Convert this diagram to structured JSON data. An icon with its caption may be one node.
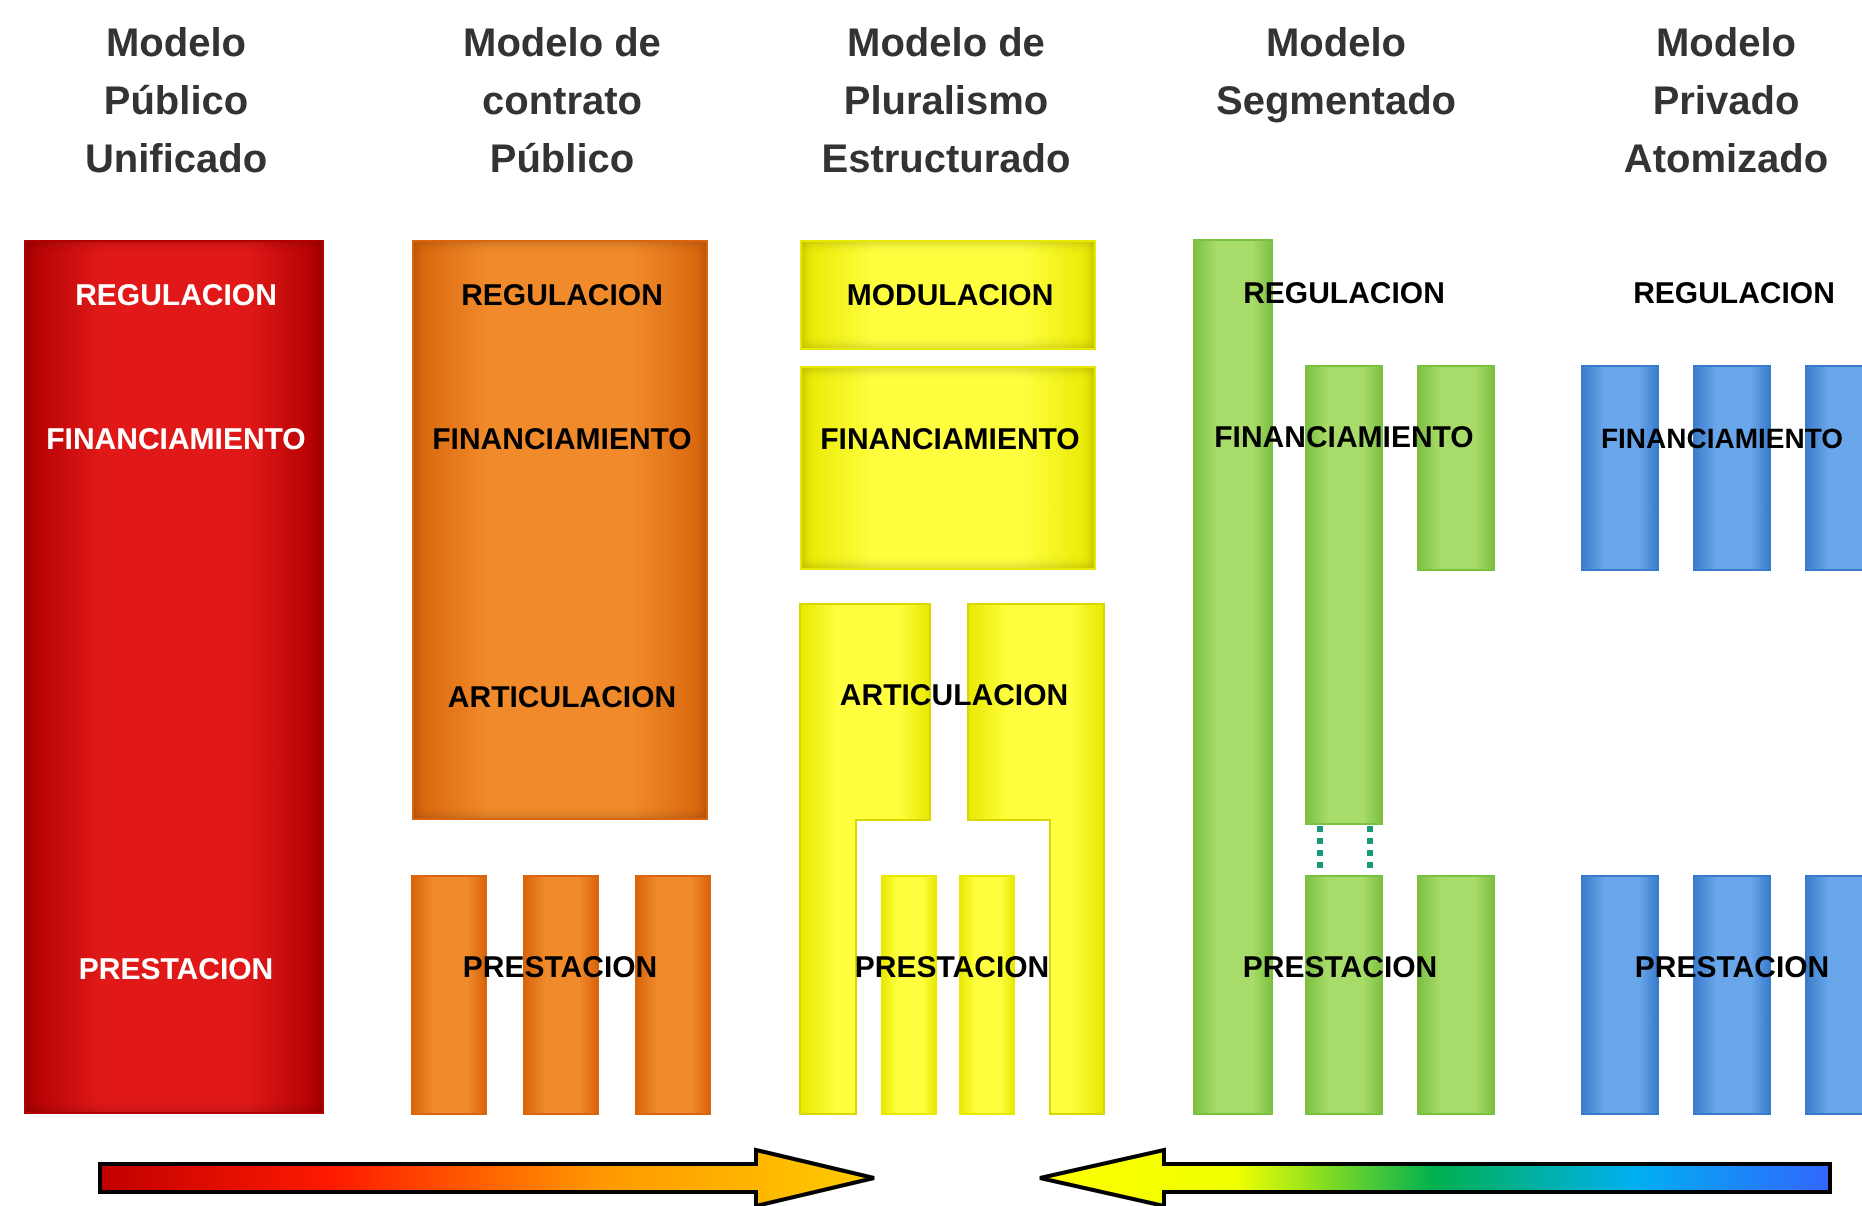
{
  "diagram": {
    "nodes": [
      {
        "text": [
          "REGULACION",
          "FINANCIAMIENTO",
          "PRESTACION"
        ]
      },
      {
        "text": [
          "REGULACION",
          "FINANCIAMIENTO",
          "ARTICULACION"
        ]
      },
      {
        "text": [
          "MODULACION"
        ]
      },
      {
        "text": [
          "FINANCIAMIENTO"
        ]
      }
    ],
    "labels": [
      "Modelo Público Unificado",
      "Modelo de contrato Público",
      "Modelo de Pluralismo Estructurado",
      "Modelo Segmentado",
      "Modelo Privado Atomizado",
      "REGULACION",
      "REGULACION",
      "FINANCIAMIENTO",
      "FINANCIAMIENTO",
      "ARTICULACION",
      "PRESTACION",
      "PRESTACION",
      "PRESTACION",
      "PRESTACION"
    ]
  }
}
